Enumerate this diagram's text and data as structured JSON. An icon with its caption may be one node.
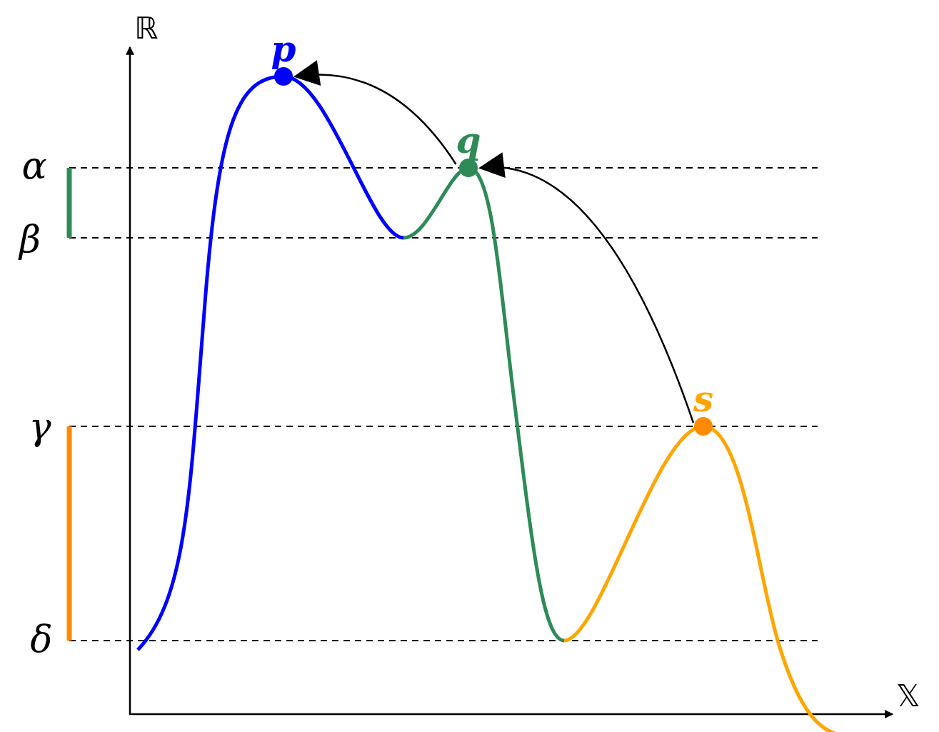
{
  "diagram": {
    "nodes": [
      {
        "text": [
          "p"
        ]
      },
      {
        "text": [
          "q"
        ]
      },
      {
        "text": [
          "s"
        ]
      }
    ],
    "edges": [
      {
        "from": 1,
        "to": 0,
        "arrow": "to"
      },
      {
        "from": 2,
        "to": 1,
        "arrow": "to"
      }
    ],
    "labels": [
      "ℝ",
      "α",
      "β",
      "γ",
      "δ",
      "𝕏"
    ]
  }
}
